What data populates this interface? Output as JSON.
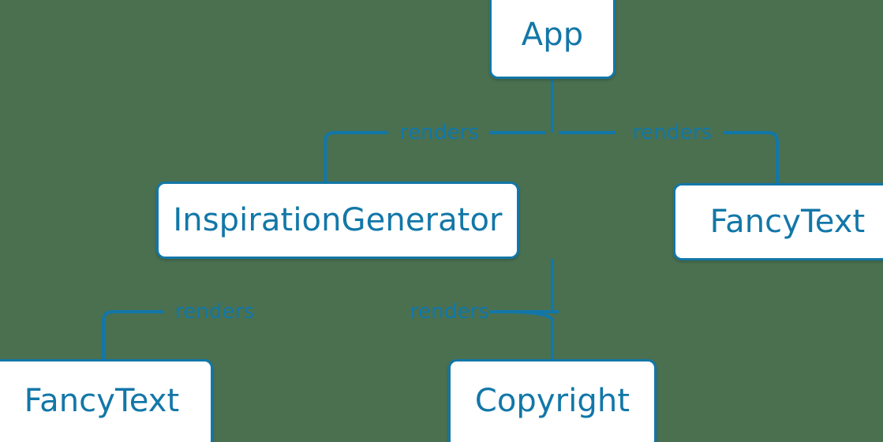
{
  "diagram": {
    "type": "component-tree",
    "background_color": "#4a7050",
    "accent_color": "#1277a8",
    "node_fill_color": "#ffffff",
    "nodes": [
      {
        "id": "app",
        "label": "App"
      },
      {
        "id": "inspgen",
        "label": "InspirationGenerator"
      },
      {
        "id": "fancy_right",
        "label": "FancyText"
      },
      {
        "id": "fancy_left",
        "label": "FancyText"
      },
      {
        "id": "copyright",
        "label": "Copyright"
      }
    ],
    "edges": [
      {
        "from": "app",
        "to": "inspgen",
        "label": "renders"
      },
      {
        "from": "app",
        "to": "fancy_right",
        "label": "renders"
      },
      {
        "from": "inspgen",
        "to": "fancy_left",
        "label": "renders"
      },
      {
        "from": "inspgen",
        "to": "copyright",
        "label": "renders"
      }
    ]
  }
}
